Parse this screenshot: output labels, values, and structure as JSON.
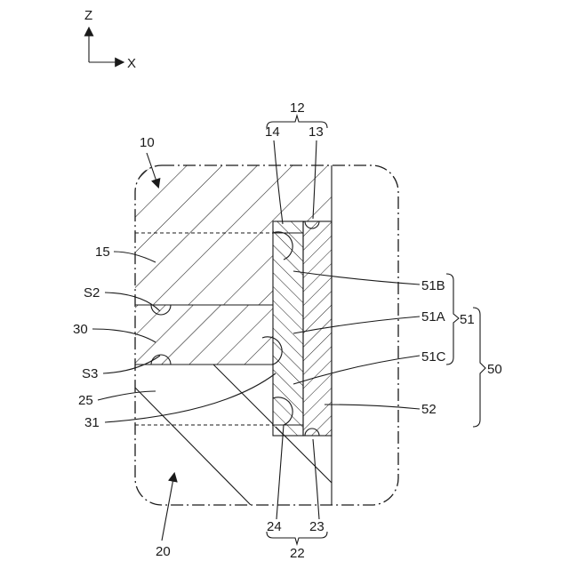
{
  "axes": {
    "z_label": "Z",
    "x_label": "X"
  },
  "labels": {
    "l12": "12",
    "l13": "13",
    "l14": "14",
    "l10": "10",
    "l15": "15",
    "lS2": "S2",
    "l30": "30",
    "lS3": "S3",
    "l25": "25",
    "l31": "31",
    "l20": "20",
    "l51B": "51B",
    "l51A": "51A",
    "l51C": "51C",
    "l51": "51",
    "l50": "50",
    "l52": "52",
    "l24": "24",
    "l23": "23",
    "l22": "22"
  }
}
